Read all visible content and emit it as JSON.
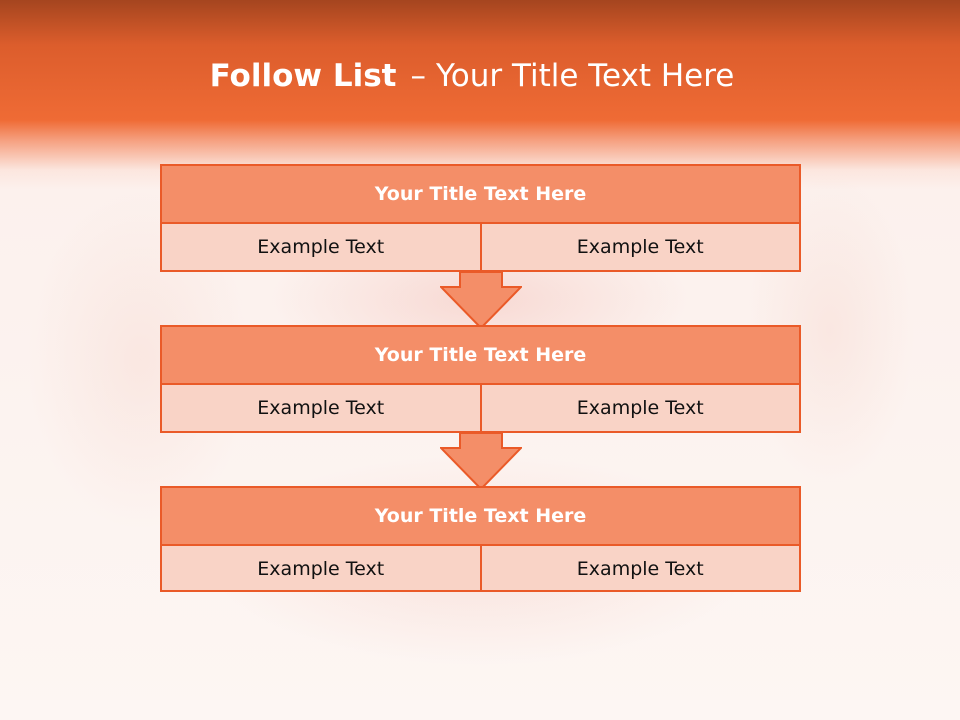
{
  "slide": {
    "title_bold": "Follow List",
    "title_separator": "–",
    "title_rest": "Your Title Text Here"
  },
  "steps": [
    {
      "title": "Your Title Text Here",
      "cells": [
        "Example Text",
        "Example Text"
      ]
    },
    {
      "title": "Your Title Text Here",
      "cells": [
        "Example Text",
        "Example Text"
      ]
    },
    {
      "title": "Your Title Text Here",
      "cells": [
        "Example Text",
        "Example Text"
      ]
    }
  ],
  "colors": {
    "header_top": "#a5451f",
    "header_bottom": "#ef6b35",
    "box_title_fill": "#f48e68",
    "box_body_fill": "#f9d3c6",
    "border": "#ea5a28",
    "arrow_fill": "#f48e68"
  },
  "icons": [
    "down-arrow-icon"
  ]
}
